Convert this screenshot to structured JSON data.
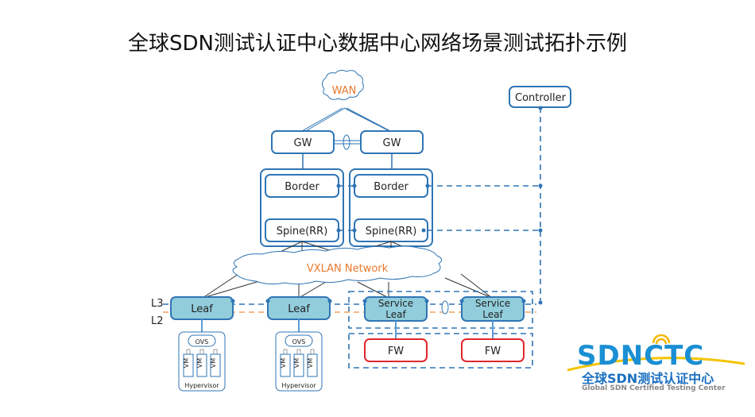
{
  "title": "全球SDN测试认证中心数据中心网络场景测试拓扑示例",
  "nodes": {
    "wan": "WAN",
    "gw_left": "GW",
    "gw_right": "GW",
    "border_left": "Border",
    "border_right": "Border",
    "spine_left": "Spine(RR)",
    "spine_right": "Spine(RR)",
    "vxlan": "VXLAN Network",
    "controller": "Controller",
    "leaf_1": "Leaf",
    "leaf_2": "Leaf",
    "service_leaf_1": [
      "Service",
      "Leaf"
    ],
    "service_leaf_2": [
      "Service",
      "Leaf"
    ],
    "fw_1": "FW",
    "fw_2": "FW"
  },
  "hosts": [
    {
      "switch": "OVS",
      "vms": [
        "VM",
        "VM",
        "VM"
      ],
      "label": "Hypervisor"
    },
    {
      "switch": "OVS",
      "vms": [
        "VM",
        "VM",
        "VM"
      ],
      "label": "Hypervisor"
    }
  ],
  "layers": {
    "l3": "L3",
    "l2": "L2"
  },
  "logo": {
    "brand": "SDNCTC",
    "cn_name": "全球SDN测试认证中心",
    "en_name": "Global SDN Certified Testing Center"
  },
  "colors": {
    "line_blue": "#2f75b5",
    "leaf_fill": "#92cddc",
    "fw_red": "#e0262b",
    "accent_orange": "#e8792e"
  }
}
